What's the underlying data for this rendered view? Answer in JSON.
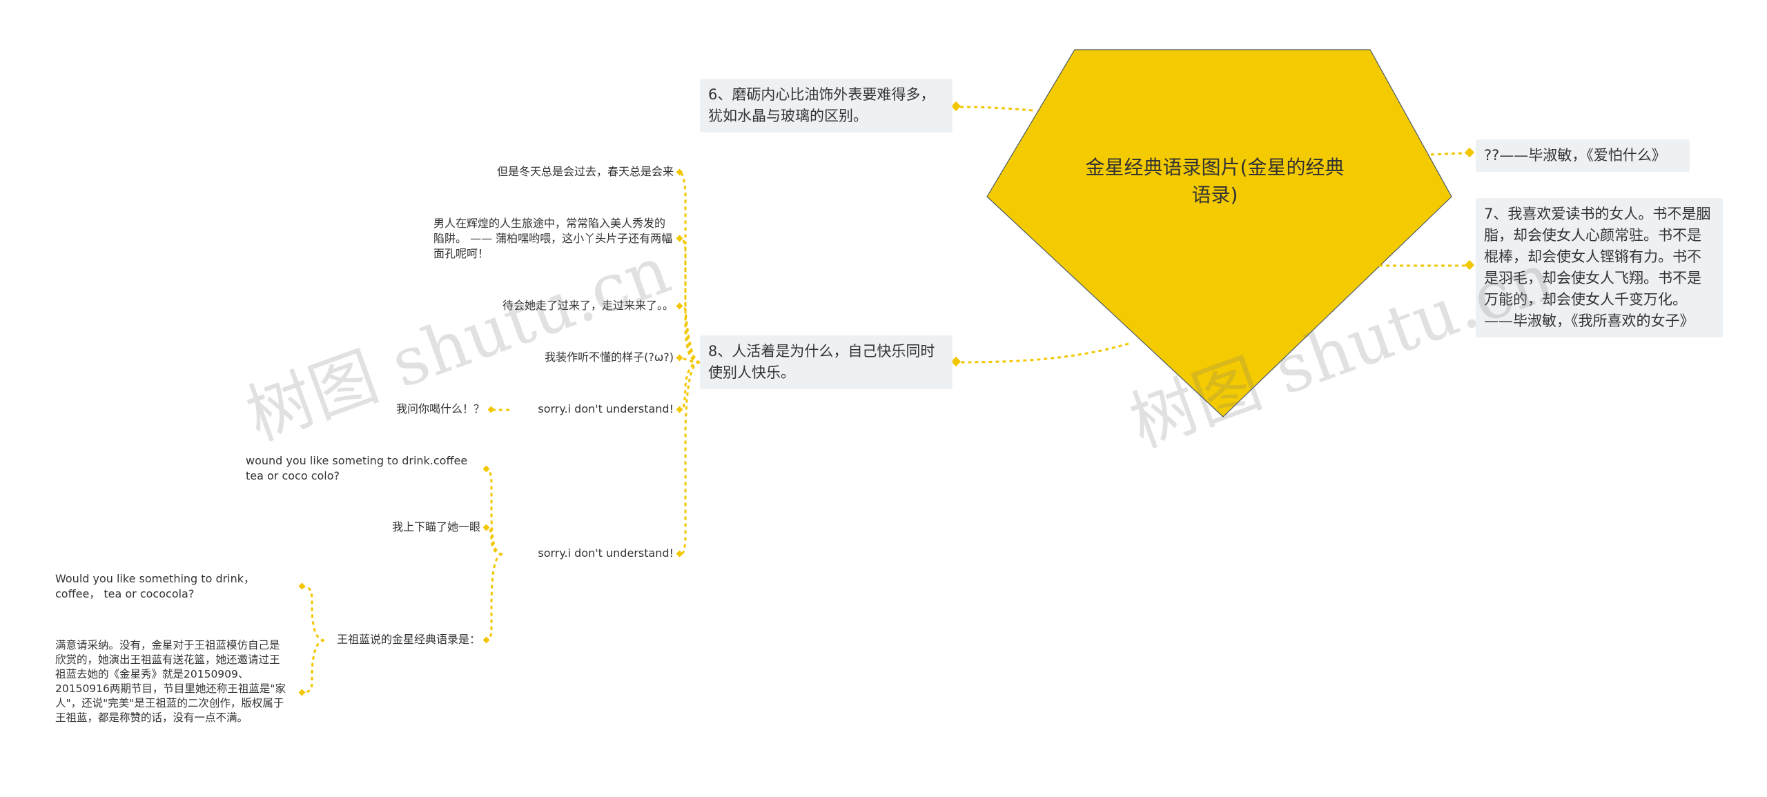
{
  "colors": {
    "central_fill": "#f4cb00",
    "link": "#f2c600",
    "box_bg": "#eef1f4",
    "text": "#333333"
  },
  "central": {
    "title": "金星经典语录图片(金星的经典语录)"
  },
  "right_nodes": [
    {
      "text": "??——毕淑敏，《爱怕什么》"
    },
    {
      "text": "7、我喜欢爱读书的女人。书不是胭脂，却会使女人心颜常驻。书不是棍棒，却会使女人铿锵有力。书不是羽毛，却会使女人飞翔。书不是万能的，却会使女人千变万化。——毕淑敏，《我所喜欢的女子》"
    }
  ],
  "left_nodes": [
    {
      "text": "6、磨砺内心比油饰外表要难得多，犹如水晶与玻璃的区别。"
    },
    {
      "text": "8、人活着是为什么，自己快乐同时使别人快乐。"
    }
  ],
  "branch8": {
    "children": [
      {
        "text": "但是冬天总是会过去，春天总是会来"
      },
      {
        "text": "男人在辉煌的人生旅途中，常常陷入美人秀发的陷阱。 —— 蒲柏嘿哟喂，这小丫头片子还有两幅面孔呢呵！"
      },
      {
        "text": "待会她走了过来了，走过来来了。。"
      },
      {
        "text": "我装作听不懂的样子(?ω?)"
      },
      {
        "text": "sorry.i  don't understand!",
        "child": "我问你喝什么！？"
      },
      {
        "text": "sorry.i  don't understand!"
      }
    ],
    "sub": [
      {
        "text": "wound you like someting to drink.coffee tea or coco colo?"
      },
      {
        "text": "我上下瞄了她一眼"
      },
      {
        "text": "王祖蓝说的金星经典语录是："
      }
    ],
    "subsub": [
      {
        "text": "Would you like something to drink，coffee， tea or cococola?"
      },
      {
        "text": "满意请采纳。没有，金星对于王祖蓝模仿自己是欣赏的，她演出王祖蓝有送花篮，她还邀请过王祖蓝去她的《金星秀》就是20150909、20150916两期节目，节目里她还称王祖蓝是\"家人\"，还说\"完美\"是王祖蓝的二次创作，版权属于王祖蓝，都是称赞的话，没有一点不满。"
      }
    ]
  },
  "watermarks": [
    "树图 shutu.cn",
    "树图 shutu.cn"
  ]
}
